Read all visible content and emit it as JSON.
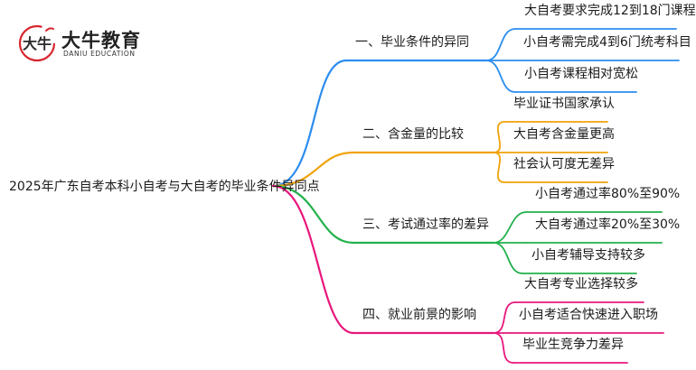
{
  "brand": {
    "name": "大牛教育",
    "sub": "DANIU EDUCATION",
    "logo_text": "大牛"
  },
  "root": "2025年广东自考本科小自考与大自考的毕业条件异同点",
  "branches": [
    {
      "label": "一、毕业条件的异同",
      "color": "#2b8df0",
      "leaves": [
        "大自考要求完成12到18门课程",
        "小自考需完成4到6门统考科目",
        "小自考课程相对宽松"
      ]
    },
    {
      "label": "二、含金量的比较",
      "color": "#f0a30a",
      "leaves": [
        "毕业证书国家承认",
        "大自考含金量更高",
        "社会认可度无差异"
      ]
    },
    {
      "label": "三、考试通过率的差异",
      "color": "#22b14c",
      "leaves": [
        "小自考通过率80%至90%",
        "大自考通过率20%至30%",
        "小自考辅导支持较多"
      ]
    },
    {
      "label": "四、就业前景的影响",
      "color": "#e8177d",
      "leaves": [
        "大自考专业选择较多",
        "小自考适合快速进入职场",
        "毕业生竞争力差异"
      ]
    }
  ],
  "colors": {
    "logo_red": "#d7262e",
    "logo_dark": "#2a2a2a"
  }
}
